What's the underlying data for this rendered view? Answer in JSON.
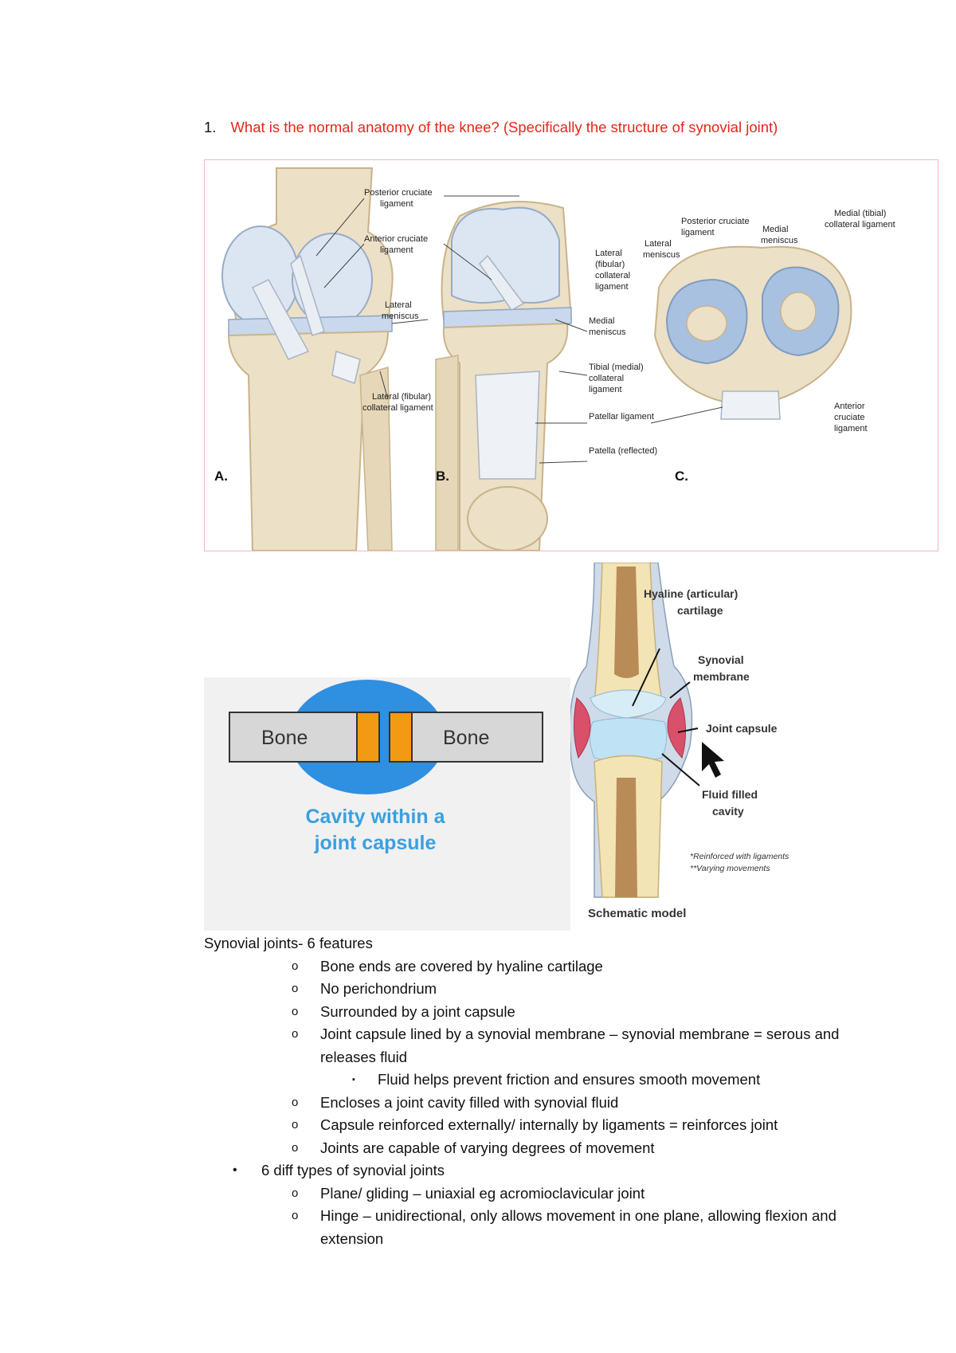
{
  "question": {
    "number": "1.",
    "text": "What is the normal anatomy of the knee? (Specifically the structure of synovial joint)"
  },
  "knee_figure": {
    "panel_a": "A.",
    "panel_b": "B.",
    "panel_c": "C.",
    "labels": {
      "posterior_cruciate": "Posterior cruciate",
      "ligament": "ligament",
      "anterior_cruciate": "Anterior cruciate",
      "lateral": "Lateral",
      "meniscus": "meniscus",
      "lateral_fibular_collateral": "Lateral (fibular)",
      "collateral_ligament": "collateral ligament",
      "medial": "Medial",
      "tibial_medial": "Tibial (medial)",
      "collateral": "collateral",
      "patellar_ligament": "Patellar ligament",
      "patella_reflected": "Patella (reflected)",
      "lateral_c": "Lateral",
      "fibular": "(fibular)",
      "medial_tibial": "Medial (tibial)",
      "collateral_ligament_c": "collateral ligament",
      "anterior": "Anterior",
      "cruciate": "cruciate"
    }
  },
  "capsule_figure": {
    "bone_left": "Bone",
    "bone_right": "Bone",
    "caption_line1": "Cavity within a",
    "caption_line2": "joint capsule"
  },
  "schematic": {
    "hyaline_1": "Hyaline (articular)",
    "hyaline_2": "cartilage",
    "synovial_1": "Synovial",
    "synovial_2": "membrane",
    "joint_capsule": "Joint capsule",
    "fluid_1": "Fluid filled",
    "fluid_2": "cavity",
    "note_1": "*Reinforced with ligaments",
    "note_2": "**Varying movements",
    "caption": "Schematic model"
  },
  "notes": {
    "heading": "Synovial joints- 6 features",
    "features": [
      "Bone ends are covered by hyaline cartilage",
      "No perichondrium",
      "Surrounded by a joint capsule",
      "Joint capsule lined by a synovial membrane – synovial membrane = serous and releases fluid"
    ],
    "sub_feature": "Fluid helps prevent friction and ensures smooth movement",
    "features_2": [
      "Encloses a joint cavity filled with synovial fluid",
      "Capsule reinforced externally/ internally by ligaments = reinforces joint",
      "Joints are capable of varying degrees of movement"
    ],
    "types_heading": "6 diff types of synovial joints",
    "types": [
      "Plane/ gliding – uniaxial eg acromioclavicular joint",
      "Hinge – unidirectional, only allows movement in one plane, allowing flexion and extension"
    ],
    "bullet_o": "o",
    "bullet_square": "▪",
    "bullet_dot": "•"
  }
}
